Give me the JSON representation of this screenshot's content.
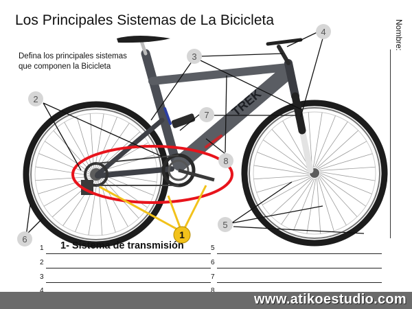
{
  "title": "Los Principales Sistemas de La Bicicleta",
  "instructions": "Defina los principales sistemas que componen la Bicicleta",
  "name_label": "Nombre:",
  "callouts": [
    "1",
    "2",
    "3",
    "4",
    "5",
    "6",
    "7",
    "8"
  ],
  "answer_heading": "1- Sistema de transmisión",
  "answer_numbers": [
    "1",
    "2",
    "3",
    "4",
    "5",
    "6",
    "7",
    "8"
  ],
  "frame_brand": "TREK",
  "watermark": "www.atikoestudio.com",
  "colors": {
    "highlight_ellipse": "#e8141c",
    "callout_1_fill": "#f2c21b",
    "callout_circle": "#d6d6d6",
    "frame": "#5a5d63",
    "footer": "#6b6b6b"
  }
}
